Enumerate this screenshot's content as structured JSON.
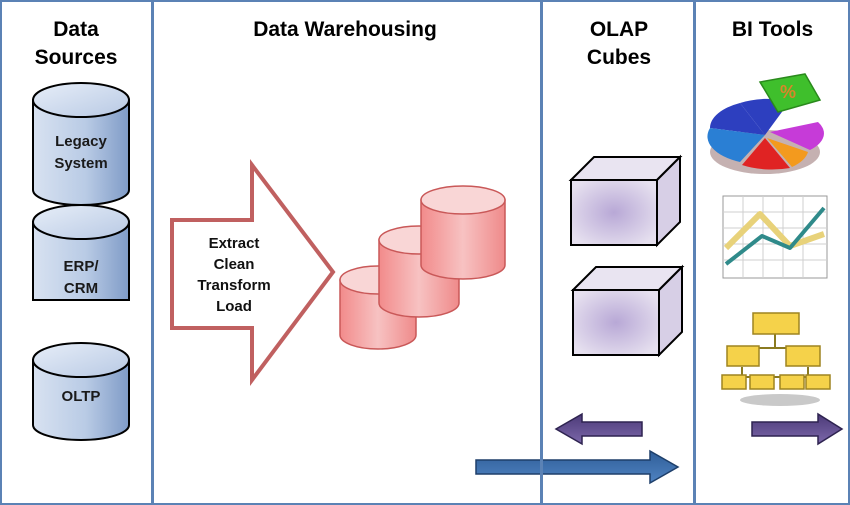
{
  "columns": {
    "data_sources": {
      "title_line1": "Data",
      "title_line2": "Sources"
    },
    "data_warehousing": {
      "title": "Data Warehousing"
    },
    "olap_cubes": {
      "title_line1": "OLAP",
      "title_line2": "Cubes"
    },
    "bi_tools": {
      "title": "BI Tools"
    }
  },
  "sources": [
    {
      "line1": "Legacy",
      "line2": "System"
    },
    {
      "line1": "ERP/",
      "line2": "CRM"
    },
    {
      "line1": "OLTP",
      "line2": ""
    }
  ],
  "etl": {
    "steps": [
      "Extract",
      "Clean",
      "Transform",
      "Load"
    ]
  },
  "bi_icons": [
    "pie-chart-icon",
    "line-chart-icon",
    "org-chart-icon"
  ],
  "colors": {
    "divider": "#5b82b5",
    "source_cylinder": "#8aa6cf",
    "warehouse_cylinder": "#f4aaaa",
    "etl_arrow_border": "#c06060",
    "cube": "#c8bedc",
    "flow_arrow": "#3d6ea8",
    "back_arrow": "#5c4a8a"
  }
}
